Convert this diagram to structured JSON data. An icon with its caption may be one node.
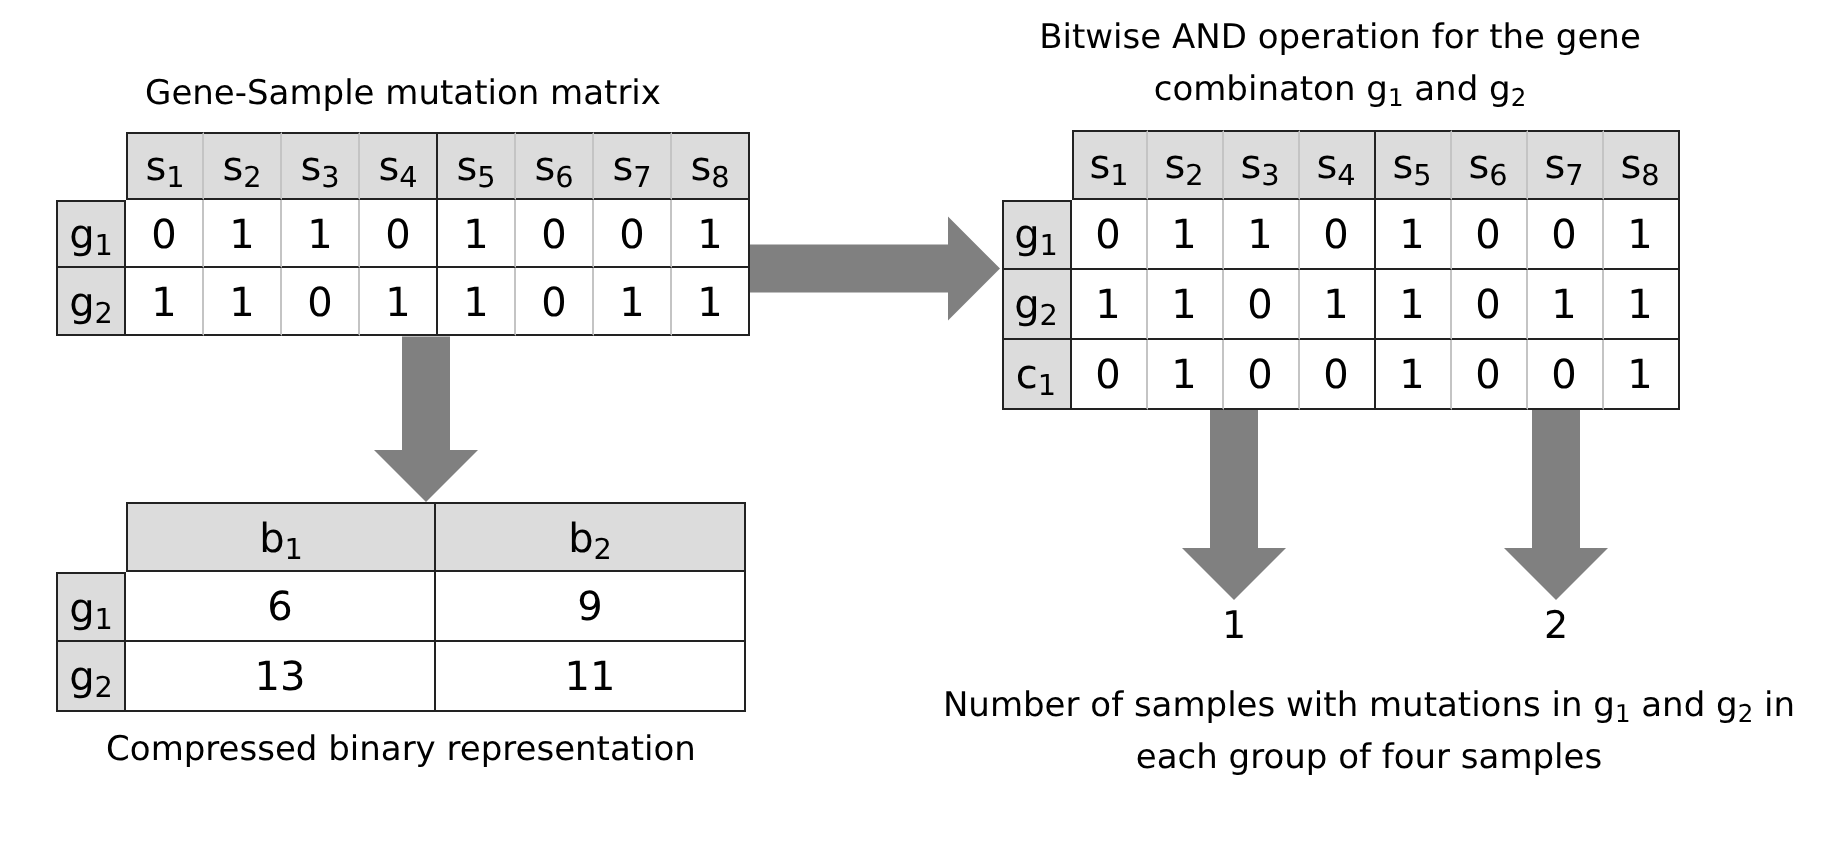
{
  "diagram": {
    "nodes": [
      {
        "text": [
          "Gene-Sample mutation matrix"
        ]
      },
      {
        "text": [
          "Compressed binary representation"
        ]
      },
      {
        "text": [
          "Bitwise AND operation for the gene combinaton g$_{1}$ and g$_{2}$"
        ]
      },
      {
        "text": [
          "1"
        ]
      },
      {
        "text": [
          "2"
        ]
      }
    ],
    "edges": [
      {
        "from": 0,
        "to": 2,
        "arrow": "to"
      },
      {
        "from": 0,
        "to": 1,
        "arrow": "to"
      },
      {
        "from": 2,
        "to": 3,
        "arrow": "to"
      },
      {
        "from": 2,
        "to": 4,
        "arrow": "to"
      }
    ],
    "labels": [
      "s$_{1}$",
      "s$_{2}$",
      "s$_{3}$",
      "s$_{4}$",
      "s$_{5}$",
      "s$_{6}$",
      "s$_{7}$",
      "s$_{8}$",
      "g$_{1}$",
      "0",
      "1",
      "1",
      "0",
      "1",
      "0",
      "0",
      "1",
      "g$_{2}$",
      "1",
      "1",
      "0",
      "1",
      "1",
      "0",
      "1",
      "1",
      "s$_{1}$",
      "s$_{2}$",
      "s$_{3}$",
      "s$_{4}$",
      "s$_{5}$",
      "s$_{6}$",
      "s$_{7}$",
      "s$_{8}$",
      "g$_{1}$",
      "0",
      "1",
      "1",
      "0",
      "1",
      "0",
      "0",
      "1",
      "g$_{2}$",
      "1",
      "1",
      "0",
      "1",
      "1",
      "0",
      "1",
      "1",
      "c$_{1}$",
      "0",
      "1",
      "0",
      "0",
      "1",
      "0",
      "0",
      "1",
      "b$_{1}$",
      "b$_{2}$",
      "g$_{1}$",
      "6",
      "9",
      "g$_{2}$",
      "13",
      "11",
      "Number of samples with mutations in g$_{1}$ and g$_{2}$ in each group of four samples"
    ]
  }
}
